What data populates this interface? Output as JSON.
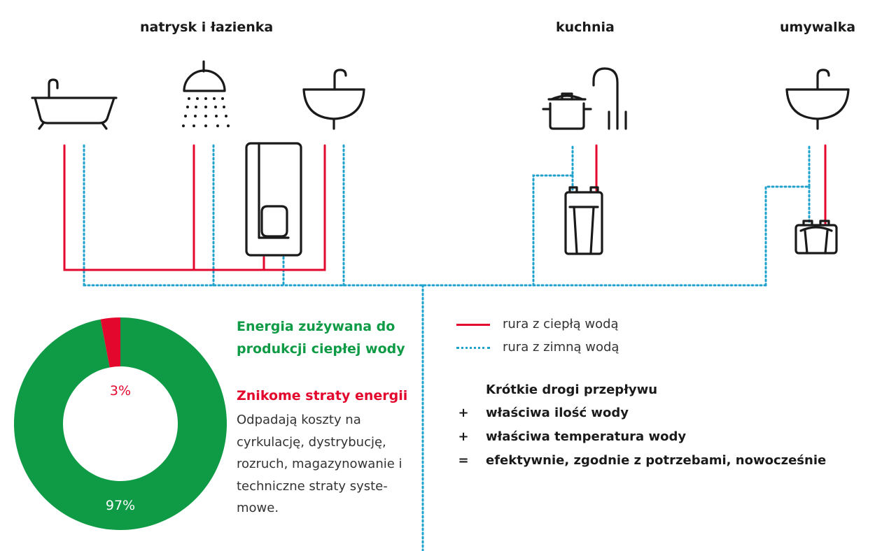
{
  "headings": {
    "bathroom": "natrysk i łazienka",
    "kitchen": "kuchnia",
    "washbasin": "umywalka"
  },
  "colors": {
    "hot_pipe": "#e3072d",
    "cold_pipe": "#1ea1cb",
    "energy_green": "#0f9b45",
    "loss_red": "#e3072d",
    "icon_black": "#1a1a1a"
  },
  "icons": [
    "bathtub-icon",
    "shower-icon",
    "washbasin-icon",
    "water-heater-icon",
    "pot-icon",
    "kitchen-faucet-icon",
    "compact-heater-icon",
    "mini-heater-icon"
  ],
  "chart_data": {
    "type": "pie",
    "categories": [
      "3%",
      "97%"
    ],
    "values": [
      3,
      97
    ],
    "colors": [
      "#e3072d",
      "#0f9b45"
    ]
  },
  "description": {
    "green_title": "Energia zużywana do produkcji ciepłej wody",
    "red_title": "Znikome straty energii",
    "body": "Odpadają koszty na cyrkulację, dystrybucję, rozruch, magazynowanie i techniczne straty syste-mowe."
  },
  "legend": {
    "hot": "rura z ciepłą wodą",
    "cold": "rura z zimną wodą"
  },
  "benefits": {
    "title": "Krótkie drogi przepływu",
    "items": [
      {
        "symbol": "+",
        "text": "właściwa ilość wody"
      },
      {
        "symbol": "+",
        "text": "właściwa temperatura wody"
      },
      {
        "symbol": "=",
        "text": "efektywnie, zgodnie z potrzebami, nowocześnie"
      }
    ]
  }
}
